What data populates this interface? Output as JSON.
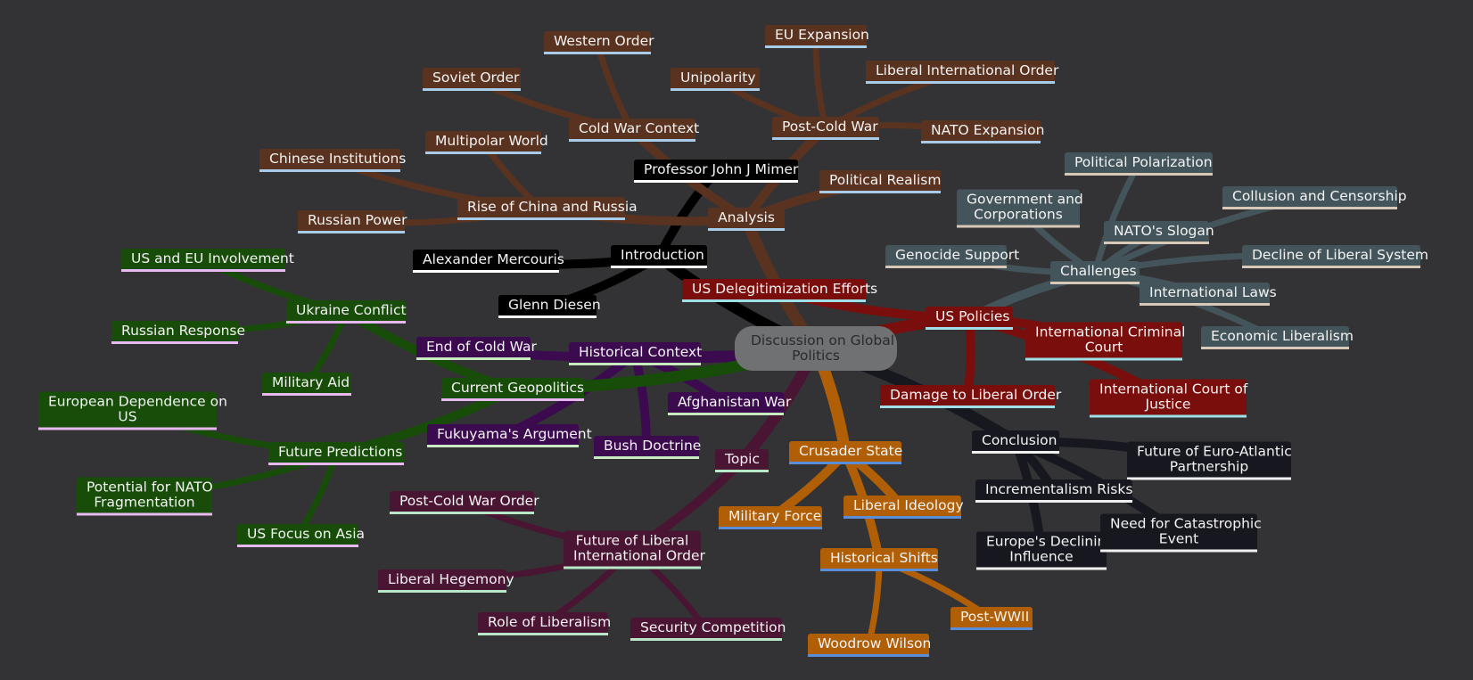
{
  "root": {
    "label": "Discussion on Global Politics",
    "line1": "Discussion on Global",
    "line2": "Politics",
    "color": "#6f7172"
  },
  "branches": {
    "intro": {
      "color": "#000000",
      "underline": "#ffffff"
    },
    "analysis": {
      "color": "#5a3320",
      "underline": "#a8cce8"
    },
    "challenges": {
      "color": "#44545b",
      "underline": "#d8c8b8"
    },
    "policies": {
      "color": "#7a0e0c",
      "underline": "#9ee0e6"
    },
    "conclusion": {
      "color": "#17181f",
      "underline": "#f0f0f0"
    },
    "crusader": {
      "color": "#b05f06",
      "underline": "#5b8ed8"
    },
    "topic": {
      "color": "#4a1533",
      "underline": "#b8e8c8"
    },
    "historical": {
      "color": "#3b0a4f",
      "underline": "#c8ecc0"
    },
    "geopolitics": {
      "color": "#174d09",
      "underline": "#e8b8f0"
    }
  },
  "nodes": {
    "introduction": "Introduction",
    "professor_john_j_mimer": "Professor John J Mimer",
    "alexander_mercouris": "Alexander Mercouris",
    "glenn_diesen": "Glenn Diesen",
    "analysis": "Analysis",
    "political_realism": "Political Realism",
    "post_cold_war": "Post-Cold War",
    "eu_expansion": "EU Expansion",
    "liberal_international_order": "Liberal International Order",
    "unipolarity": "Unipolarity",
    "nato_expansion": "NATO Expansion",
    "cold_war_context": "Cold War Context",
    "western_order": "Western Order",
    "soviet_order": "Soviet Order",
    "rise_of_china_and_russia": "Rise of China and Russia",
    "multipolar_world": "Multipolar World",
    "chinese_institutions": "Chinese Institutions",
    "russian_power": "Russian Power",
    "challenges": "Challenges",
    "political_polarization": "Political Polarization",
    "government_and_corporations": "Government and Corporations",
    "government_line1": "Government and",
    "government_line2": "Corporations",
    "collusion_and_censorship": "Collusion and Censorship",
    "natos_slogan": "NATO's Slogan",
    "genocide_support": "Genocide Support",
    "decline_of_liberal_system": "Decline of Liberal System",
    "international_laws": "International Laws",
    "economic_liberalism": "Economic Liberalism",
    "us_policies": "US Policies",
    "us_delegitimization_efforts": "US Delegitimization Efforts",
    "international_criminal_court": "International Criminal Court",
    "icc_line1": "International Criminal",
    "icc_line2": "Court",
    "international_court_of_justice": "International Court of Justice",
    "icj_line1": "International Court of",
    "icj_line2": "Justice",
    "damage_to_liberal_order": "Damage to Liberal Order",
    "conclusion": "Conclusion",
    "future_euro_atlantic": "Future of Euro-Atlantic Partnership",
    "fea_line1": "Future of Euro-Atlantic",
    "fea_line2": "Partnership",
    "incrementalism_risks": "Incrementalism Risks",
    "europes_declining_influence": "Europe's Declining Influence",
    "edi_line1": "Europe's Declining",
    "edi_line2": "Influence",
    "need_for_catastrophic_event": "Need for Catastrophic Event",
    "nce_line1": "Need for Catastrophic",
    "nce_line2": "Event",
    "crusader_state": "Crusader State",
    "military_force": "Military Force",
    "liberal_ideology": "Liberal Ideology",
    "historical_shifts": "Historical Shifts",
    "post_wwii": "Post-WWII",
    "woodrow_wilson": "Woodrow Wilson",
    "topic": "Topic",
    "future_of_lio": "Future of Liberal International Order",
    "flio_line1": "Future of Liberal",
    "flio_line2": "International Order",
    "post_cold_war_order": "Post-Cold War Order",
    "liberal_hegemony": "Liberal Hegemony",
    "role_of_liberalism": "Role of Liberalism",
    "security_competition": "Security Competition",
    "historical_context": "Historical Context",
    "end_of_cold_war": "End of Cold War",
    "afghanistan_war": "Afghanistan War",
    "bush_doctrine": "Bush Doctrine",
    "fukuyamas_argument": "Fukuyama's Argument",
    "current_geopolitics": "Current Geopolitics",
    "ukraine_conflict": "Ukraine Conflict",
    "us_and_eu_involvement": "US and EU Involvement",
    "russian_response": "Russian Response",
    "military_aid": "Military Aid",
    "future_predictions": "Future Predictions",
    "european_dependence_on_us": "European Dependence on US",
    "edu_line1": "European Dependence on",
    "edu_line2": "US",
    "potential_nato_fragmentation": "Potential for NATO Fragmentation",
    "pnf_line1": "Potential for NATO",
    "pnf_line2": "Fragmentation",
    "us_focus_on_asia": "US Focus on Asia"
  }
}
